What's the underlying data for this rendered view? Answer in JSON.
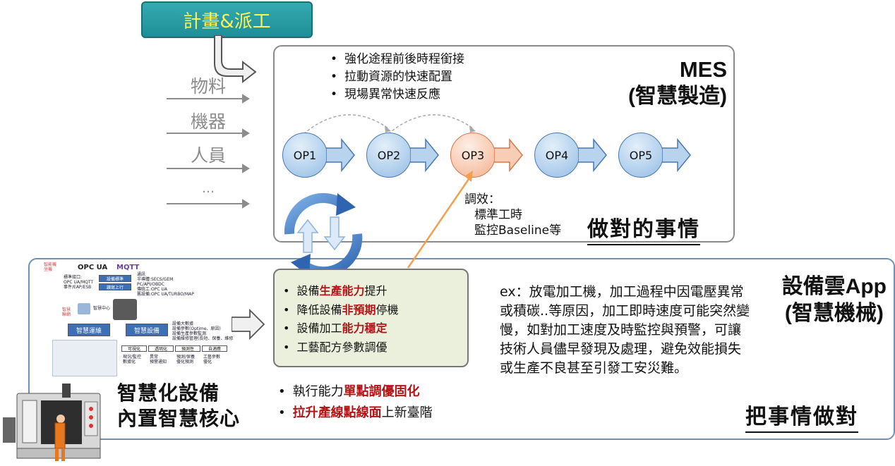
{
  "plan_box": {
    "label": "計畫&派工"
  },
  "inputs": [
    "物料",
    "機器",
    "人員",
    "…"
  ],
  "mes": {
    "bullets": [
      "強化途程前後時程銜接",
      "拉動資源的快速配置",
      "現場異常快速反應"
    ],
    "title_line1": "MES",
    "title_line2": "(智慧製造)",
    "ops": [
      "OP1",
      "OP2",
      "OP3",
      "OP4",
      "OP5"
    ],
    "highlighted_op": "OP3",
    "adjust": {
      "label": "調效：",
      "line1": "標準工時",
      "line2": "監控Baseline等"
    },
    "tagline": "做對的事情"
  },
  "green_box": {
    "items": [
      {
        "pre": "設備",
        "hl": "生產能力",
        "post": "提升"
      },
      {
        "pre": "降低設備",
        "hl": "非預期",
        "post": "停機"
      },
      {
        "pre": "設備加工",
        "hl": "能力穩定",
        "post": ""
      },
      {
        "pre": "工藝配方參數調優",
        "hl": "",
        "post": ""
      }
    ]
  },
  "lower_bullets": [
    {
      "pre": "執行能力",
      "hl": "單點調優固化",
      "post": ""
    },
    {
      "pre": "",
      "hl": "拉升產線點線面",
      "post": "上新臺階"
    }
  ],
  "smart_machine": {
    "title_line1": "設備雲App",
    "title_line2": "(智慧機械)",
    "description": "ex：放電加工機，加工過程中因電壓異常或積碳..等原因，加工即時速度可能突然變慢，如對加工速度及時監控與預警，可讓技術人員儘早發現及處理，避免效能損失或生產不良甚至引發工安災難。",
    "tagline": "把事情做對"
  },
  "core": {
    "line1": "智慧化設備",
    "line2": "內置智慧核心"
  },
  "thumbnail": {
    "top_left": "智能機\n坐機",
    "logos": [
      "OPC UA",
      "MQTT"
    ],
    "protocols": "標準接口:\nOPC UA/MQTT\n事件/EAP/ESB",
    "center_box1": "設備標準",
    "center_box2": "讀寫上行",
    "right_notes": "通訊\n半導體:SECS/GEM\nPC/API/OBDC\n傳統工:OPC UA\n舊設備:OPC UA/TURBO/MAP",
    "side_label": "智慧\n聯網",
    "btn1": "智慧運維",
    "btn2": "智慧設備",
    "btn_notes": "設備大數據\n設備參數(Optime、原因)\n設備生產參數監測\n設備維修管理(長短、保養、維修、耗費)",
    "steps": [
      "可視化",
      "透明化",
      "預測性",
      "自適應"
    ],
    "step_desc": [
      "現況/監控\n數據化",
      "異常\n預警通知",
      "預測/保養\n優化預測",
      "工藝參數\n優化"
    ],
    "hub_label": "智慧中心"
  },
  "colors": {
    "accent_blue": "#4a78b0",
    "highlight_orange": "#f2ad8c",
    "emphasis_red": "#b31416",
    "plan_teal": "#23959b",
    "plan_text": "#fff35a"
  }
}
